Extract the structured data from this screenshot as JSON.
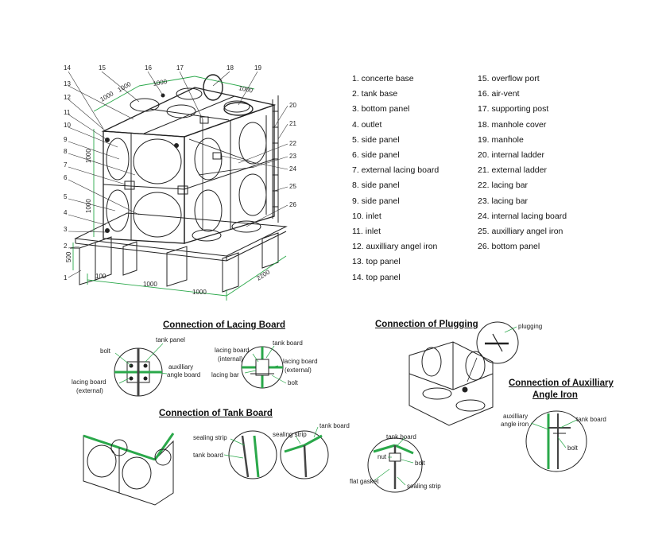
{
  "legend": {
    "col1": [
      "1. concerte base",
      "2. tank base",
      "3. bottom panel",
      "4. outlet",
      "5. side panel",
      "6. side panel",
      "7. external lacing board",
      "8. side panel",
      "9. side panel",
      "10. inlet",
      "11. inlet",
      "12. auxilliary angel iron",
      "13. top panel",
      "14. top panel"
    ],
    "col2": [
      "15. overflow port",
      "16. air-vent",
      "17. supporting post",
      "18. manhole cover",
      "19. manhole",
      "20. internal ladder",
      "21. external ladder",
      "22. lacing bar",
      "23. lacing bar",
      "24. internal lacing board",
      "25. auxilliary angel iron",
      "26. bottom panel"
    ]
  },
  "tank": {
    "top_numbers": [
      "14",
      "15",
      "16",
      "17",
      "18",
      "19"
    ],
    "left_numbers": [
      "13",
      "12",
      "11",
      "10",
      "9",
      "8",
      "7",
      "6",
      "5",
      "4",
      "3",
      "2",
      "1"
    ],
    "right_numbers": [
      "20",
      "21",
      "22",
      "23",
      "24",
      "25",
      "26"
    ],
    "dims": {
      "top_a": "1000",
      "top_b": "1000",
      "top_c": "1000",
      "top_d": "1000",
      "side_upper": "1000",
      "side_lower": "1000",
      "base_h": "500",
      "bottom_a": "1000",
      "bottom_b": "1000",
      "bottom_small": "100",
      "total": "2200"
    }
  },
  "lacing": {
    "title": "Connection of Lacing Board",
    "labels": {
      "tank_panel": "tank panel",
      "bolt": "bolt",
      "aux1": "auxilliary",
      "aux2": "angle board",
      "ext1": "lacing board",
      "ext2": "(external)",
      "li1": "lacing board",
      "li2": "(internal)",
      "lbar": "lacing bar",
      "tb": "tank board",
      "le1": "lacing board",
      "le2": "(external)",
      "bolt2": "bolt"
    }
  },
  "plugging": {
    "title": "Connection of Plugging",
    "label": "plugging"
  },
  "auxiliary": {
    "title1": "Connection of Auxilliary",
    "title2": "Angle Iron",
    "labels": {
      "aa1": "auxilliary",
      "aa2": "angle iron",
      "tb": "tank board",
      "bolt": "bolt"
    }
  },
  "tankboard": {
    "title": "Connection of Tank Board",
    "labels": {
      "ss1": "sealing strip",
      "tb1": "tank board",
      "ss2": "sealing strip",
      "tb2": "tank board",
      "tb3": "tank board",
      "nut": "nut",
      "bolt": "bolt",
      "fg": "flat gasket",
      "ss3": "sealing strip"
    }
  }
}
